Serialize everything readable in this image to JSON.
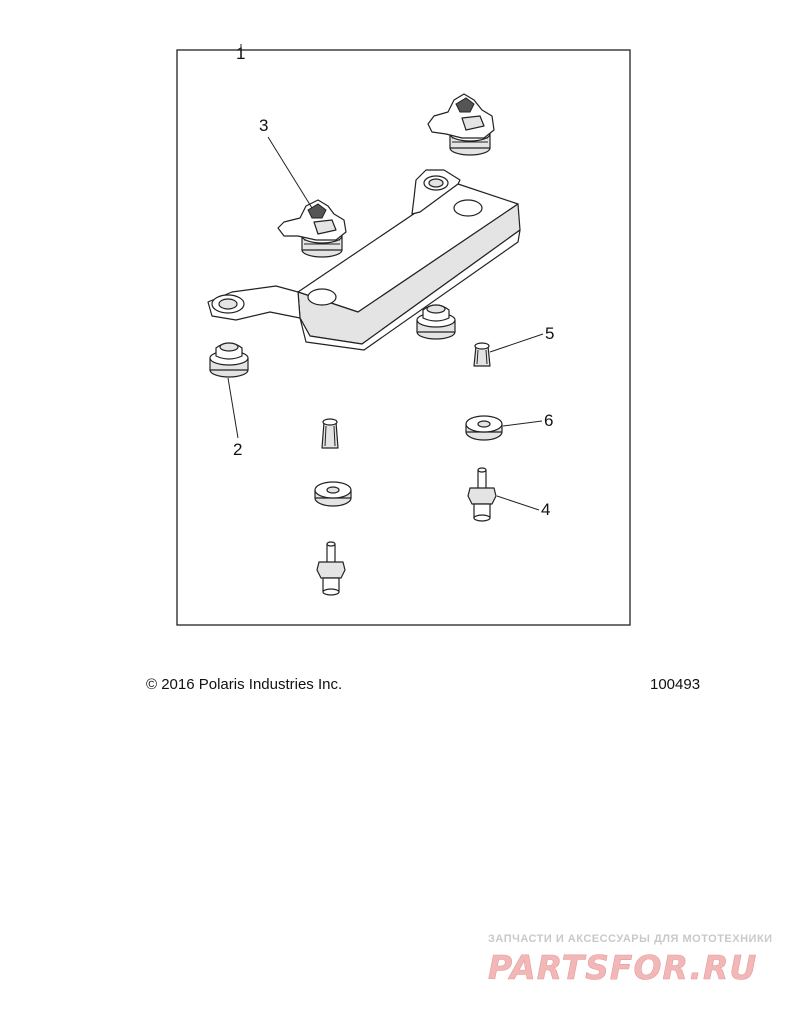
{
  "diagram": {
    "callouts": [
      "1",
      "2",
      "3",
      "4",
      "5",
      "6"
    ]
  },
  "footer": {
    "copyright": "© 2016 Polaris Industries Inc.",
    "diagram_number": "100493"
  },
  "watermark": {
    "tagline": "ЗАПЧАСТИ И АКСЕССУАРЫ ДЛЯ МОТОТЕХНИКИ",
    "logo": "PARTSFOR.RU"
  },
  "colors": {
    "line": "#222222",
    "watermark_logo": "#f2b8b8",
    "watermark_tagline": "#c9c9c9"
  }
}
